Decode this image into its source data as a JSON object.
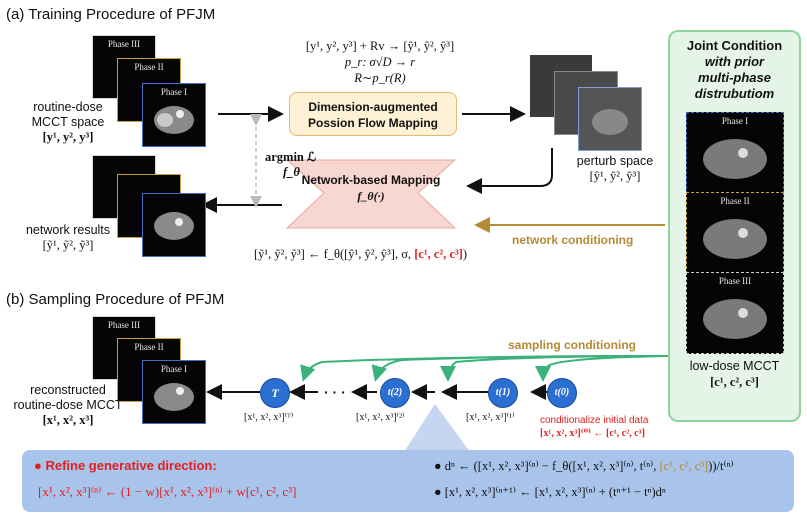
{
  "section_a": "(a) Training Procedure of PFJM",
  "section_b": "(b) Sampling Procedure of PFJM",
  "phases": [
    "Phase III",
    "Phase II",
    "Phase I"
  ],
  "routine_space": {
    "line1": "routine-dose",
    "line2": "MCCT space",
    "line3": "[y¹, y², y³]"
  },
  "top_eq": {
    "l1": "[y¹, y², y³] + Rv → [ŷ¹, ŷ², ŷ³]",
    "l2": "p_r: σ√D → r",
    "l3": "R∼p_r(R)"
  },
  "dim_box": {
    "l1": "Dimension-augmented",
    "l2": "Possion Flow Mapping"
  },
  "perturb": {
    "l1": "perturb space",
    "l2": "[ŷ¹, ŷ², ŷ³]"
  },
  "argmin": {
    "l1": "argmin ℒ",
    "l2": "f_θ"
  },
  "net_box": {
    "l1": "Network-based Mapping",
    "l2": "f_θ(·)"
  },
  "network_results": {
    "l1": "network results",
    "l2": "[ỹ¹, ỹ², ỹ³]"
  },
  "net_eq": {
    "pre": "[ỹ¹, ỹ², ỹ³] ← f_θ([ŷ¹, ŷ², ŷ³], σ, ",
    "red": "[c¹, c², c³]",
    "post": ")"
  },
  "network_conditioning": "network conditioning",
  "joint": {
    "title": "Joint Condition",
    "sub1": "with prior",
    "sub2": "multi-phase",
    "sub3": "distrubutiom",
    "phases": [
      "Phase I",
      "Phase II",
      "Phase III"
    ]
  },
  "low_dose": {
    "l1": "low-dose MCCT",
    "l2": "[c¹, c², c³]"
  },
  "sampling_conditioning": "sampling conditioning",
  "recon": {
    "l1": "reconstructed",
    "l2": "routine-dose MCCT",
    "l3": "[x¹, x², x³]"
  },
  "nodes": [
    "T",
    "t(2)",
    "t(1)",
    "t(0)"
  ],
  "node_labels": [
    "[x¹, x², x³]⁽ᵀ⁾",
    "[x¹, x², x³]⁽²⁾",
    "[x¹, x², x³]⁽¹⁾"
  ],
  "dots": "· · ·",
  "init": {
    "l1": "conditionalize initial data",
    "l2": "[x¹, x², x³]⁽⁰⁾ ← [c¹, c², c³]"
  },
  "refine": {
    "title": "Refine generative direction:",
    "eq": "[x¹, x², x³]⁽ⁿ⁾ ← (1 − w)[x¹, x², x³]⁽ⁿ⁾ + w[c¹, c², c³]",
    "d_pre": "dⁿ ← ([x¹, x², x³]⁽ⁿ⁾ − f_θ([x¹, x², x³]⁽ⁿ⁾, t⁽ⁿ⁾, ",
    "d_gold": "[c¹, c², c³]",
    "d_post": "))/t⁽ⁿ⁾",
    "update": "[x¹, x², x³]⁽ⁿ⁺¹⁾ ← [x¹, x², x³]⁽ⁿ⁾ + (tⁿ⁺¹ − tⁿ)dⁿ"
  },
  "colors": {
    "green": "#3ab27a",
    "gold": "#b58a35",
    "red": "#e02020",
    "blue": "#2b6fd2",
    "pink": "#f8d7d0"
  }
}
